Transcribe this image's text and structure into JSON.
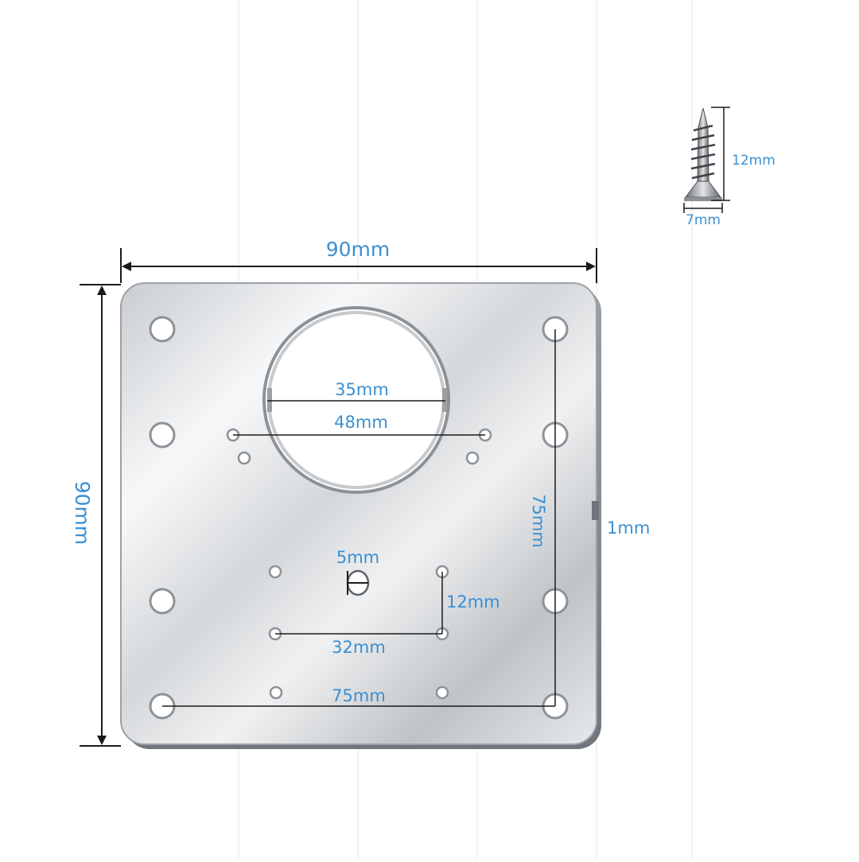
{
  "colors": {
    "dimension_text": "#3b8fd1",
    "plate_light": "#f4f5f6",
    "plate_dark": "#a9adb2",
    "line": "#1a1a1a",
    "background": "#ffffff"
  },
  "dimensions": {
    "overall_width": "90mm",
    "overall_height": "90mm",
    "large_hole_diameter": "35mm",
    "hole_pair_spacing": "48mm",
    "corner_hole_vertical": "75mm",
    "corner_hole_horizontal": "75mm",
    "plate_thickness": "1mm",
    "slot_hole": "5mm",
    "small_hole_vertical": "12mm",
    "small_hole_horizontal": "32mm"
  },
  "screw": {
    "icon": "screw-icon",
    "length": "12mm",
    "head_diameter": "7mm"
  }
}
